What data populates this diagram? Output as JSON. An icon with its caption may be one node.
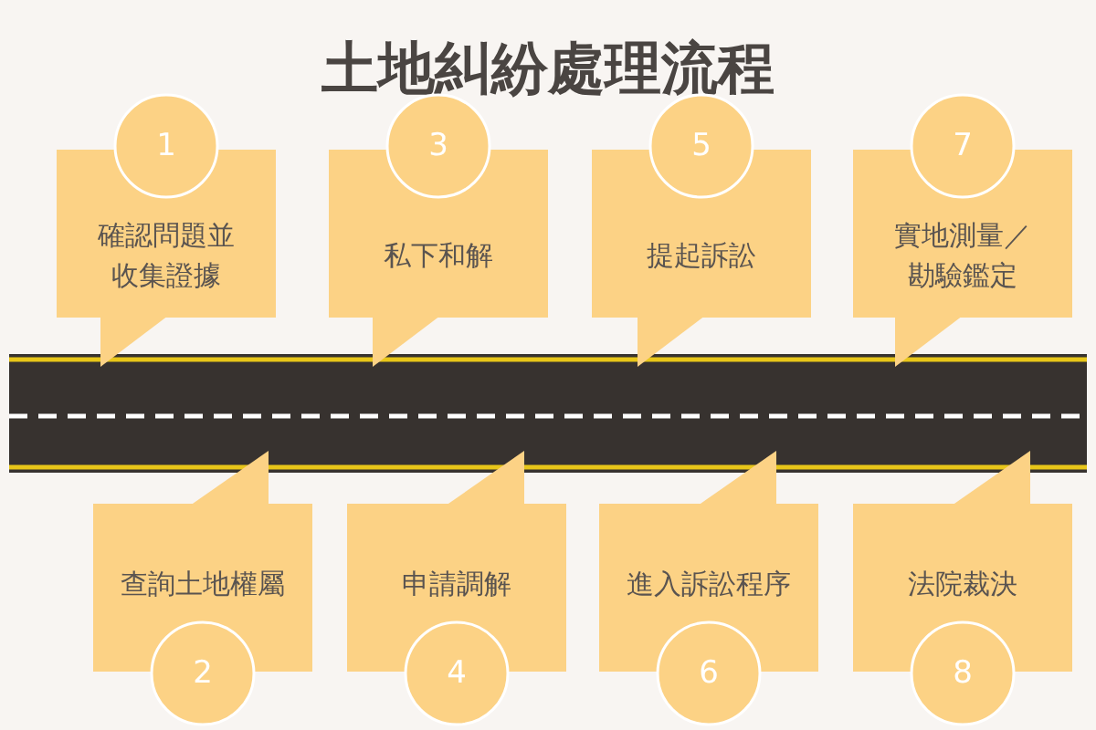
{
  "diagram": {
    "title": "土地糾紛處理流程",
    "nodes": [
      {
        "text": [
          "1",
          "確認問題並收集證據"
        ]
      },
      {
        "text": [
          "查詢土地權屬",
          "2"
        ]
      },
      {
        "text": [
          "3",
          "私下和解"
        ]
      },
      {
        "text": [
          "申請調解",
          "4"
        ]
      },
      {
        "text": [
          "5",
          "提起訴訟"
        ]
      },
      {
        "text": [
          "進入訴訟程序",
          "6"
        ]
      },
      {
        "text": [
          "7",
          "實地測量／勘驗鑑定"
        ]
      },
      {
        "text": [
          "法院裁決",
          "8"
        ]
      }
    ]
  }
}
